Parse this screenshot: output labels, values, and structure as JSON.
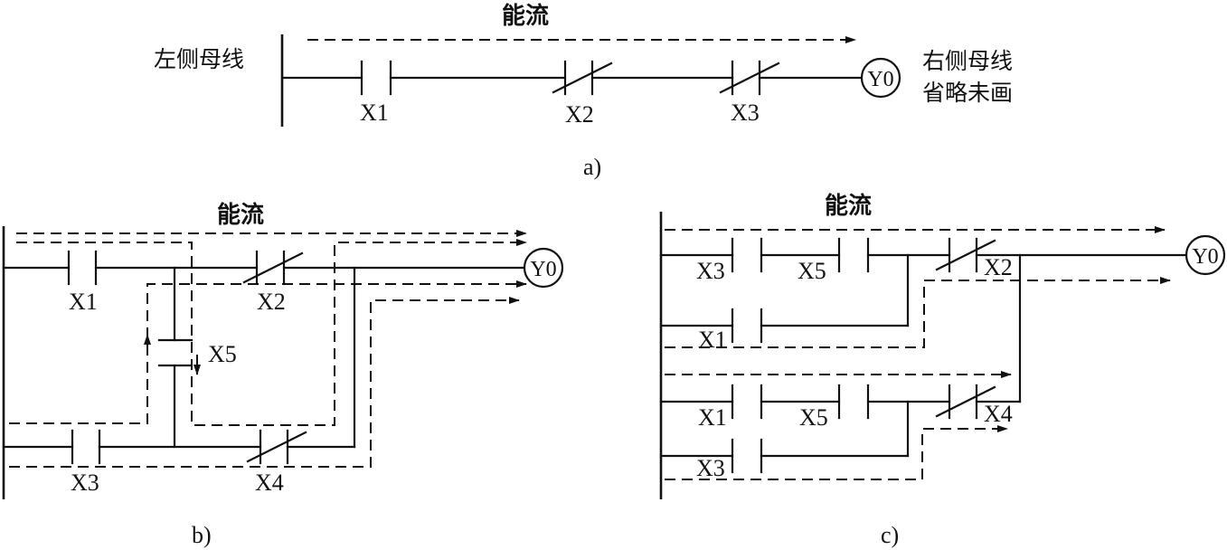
{
  "diagram_a": {
    "caption": "a)",
    "power_flow_label": "能流",
    "left_bus_label": "左侧母线",
    "right_bus_note_line1": "右侧母线",
    "right_bus_note_line2": "省略未画",
    "contacts": [
      "X1",
      "X2",
      "X3"
    ],
    "coil": "Y0"
  },
  "diagram_b": {
    "caption": "b)",
    "power_flow_label": "能流",
    "contacts": [
      "X1",
      "X2",
      "X5",
      "X3",
      "X4"
    ],
    "coil": "Y0"
  },
  "diagram_c": {
    "caption": "c)",
    "power_flow_label": "能流",
    "contacts": [
      "X3",
      "X5",
      "X2",
      "X1",
      "X1",
      "X5",
      "X4",
      "X3"
    ],
    "coil": "Y0"
  }
}
